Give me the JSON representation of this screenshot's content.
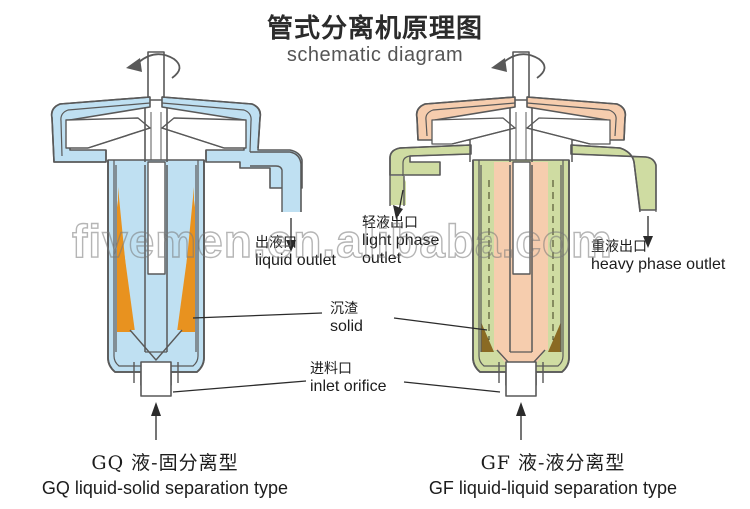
{
  "header": {
    "title_cn": "管式分离机原理图",
    "title_en": "schematic diagram"
  },
  "watermark": {
    "text": "fivemen.en.alibaba.com"
  },
  "labels": {
    "liquid_outlet": {
      "cn": "出液口",
      "en": "liquid outlet"
    },
    "light_phase_outlet": {
      "cn": "轻液出口",
      "en": "light phase\noutlet"
    },
    "light_phase_outlet_en_line1": "light phase",
    "light_phase_outlet_en_line2": "outlet",
    "heavy_phase_outlet": {
      "cn": "重液出口",
      "en": "heavy phase outlet"
    },
    "solid": {
      "cn": "沉渣",
      "en": "solid"
    },
    "inlet_orifice": {
      "cn": "进料口",
      "en": "inlet orifice"
    }
  },
  "captions": {
    "left": {
      "cn": "GQ 液-固分离型",
      "en": "GQ liquid-solid separation type"
    },
    "right": {
      "cn": "GF 液-液分离型",
      "en": "GF liquid-liquid separation type"
    }
  },
  "colors": {
    "liquid_blue": "#bfe0f2",
    "sediment_orange": "#e8921f",
    "light_phase_green": "#cfdca2",
    "heavy_phase_peach": "#f6cdae",
    "solid_brown": "#8a6a23",
    "outline": "#595959",
    "text": "#1c1c1c"
  },
  "diagrams": [
    {
      "name": "GQ liquid-solid separation machine",
      "phases": [
        "liquid",
        "solid sediment"
      ],
      "rotation_indicator": true
    },
    {
      "name": "GF liquid-liquid separation machine",
      "phases": [
        "light phase",
        "heavy phase",
        "solid"
      ],
      "rotation_indicator": true
    }
  ]
}
